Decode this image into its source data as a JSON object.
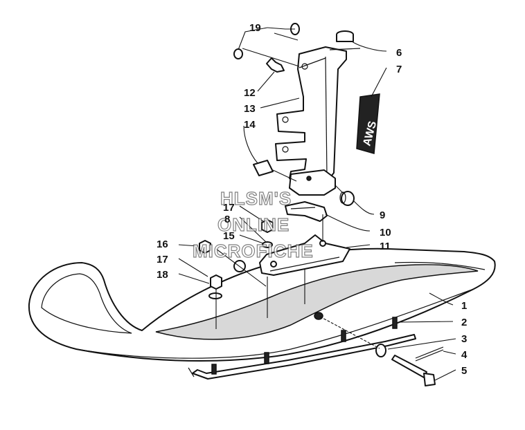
{
  "watermark": {
    "line1": "HLSM'S",
    "line2": "ONLINE",
    "line3": "MICROFICHE"
  },
  "decal_text": "AWS",
  "callouts": [
    {
      "id": "19",
      "label": "19"
    },
    {
      "id": "6",
      "label": "6"
    },
    {
      "id": "7",
      "label": "7"
    },
    {
      "id": "12",
      "label": "12"
    },
    {
      "id": "13",
      "label": "13"
    },
    {
      "id": "14",
      "label": "14"
    },
    {
      "id": "9",
      "label": "9"
    },
    {
      "id": "17a",
      "label": "17"
    },
    {
      "id": "8",
      "label": "8"
    },
    {
      "id": "10",
      "label": "10"
    },
    {
      "id": "15",
      "label": "15"
    },
    {
      "id": "11",
      "label": "11"
    },
    {
      "id": "16",
      "label": "16"
    },
    {
      "id": "17b",
      "label": "17"
    },
    {
      "id": "18",
      "label": "18"
    },
    {
      "id": "1",
      "label": "1"
    },
    {
      "id": "2",
      "label": "2"
    },
    {
      "id": "3",
      "label": "3"
    },
    {
      "id": "4",
      "label": "4"
    },
    {
      "id": "5",
      "label": "5"
    }
  ]
}
